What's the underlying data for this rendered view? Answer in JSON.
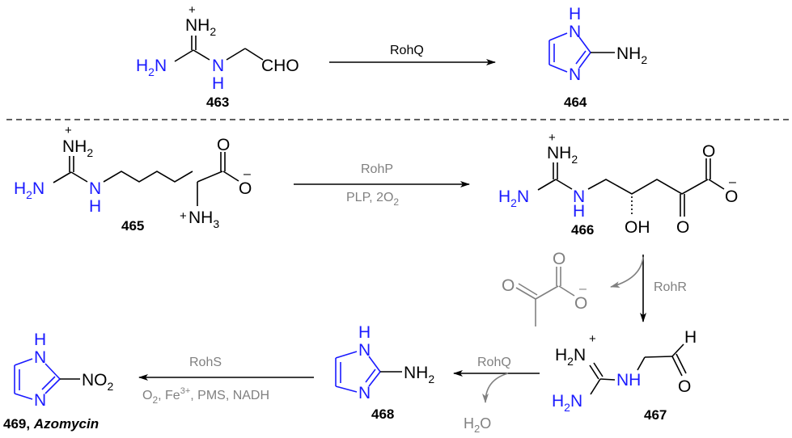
{
  "scheme": {
    "top_reaction": {
      "reactant": {
        "id": "463",
        "labels": {
          "nh2_plus": "NH",
          "h2n": "H N",
          "nh_n": "N",
          "nh_h": "H",
          "cho": "CHO",
          "sub2": "2",
          "plus": "+"
        }
      },
      "enzyme": "RohQ",
      "product": {
        "id": "464",
        "labels": {
          "nh_h": "H",
          "n1": "N",
          "n3": "N",
          "nh2": "NH",
          "sub2": "2"
        }
      }
    },
    "bottom_pathway": {
      "step1": {
        "reactant": {
          "id": "465",
          "labels": {
            "nh2_plus": "NH",
            "h2n": "H N",
            "nh_n": "N",
            "nh_h": "H",
            "o_top": "O",
            "o_minus": "O",
            "nh3": "NH",
            "sub3": "3",
            "sub2": "2",
            "plus": "+",
            "minus": "–"
          }
        },
        "enzyme": "RohP",
        "conditions": "PLP, 2O",
        "conditions_sub": "2",
        "product": {
          "id": "466",
          "labels": {
            "nh2_plus": "NH",
            "h2n": "H N",
            "nh_n": "N",
            "nh_h": "H",
            "oh": "OH",
            "o_keto": "O",
            "o_top": "O",
            "o_minus": "O",
            "sub2": "2",
            "plus": "+",
            "minus": "–"
          }
        }
      },
      "step2": {
        "enzyme": "RohR",
        "byproduct": {
          "name": "pyruvate",
          "labels": {
            "o1": "O",
            "o2": "O",
            "o_minus": "O",
            "minus": "–"
          }
        },
        "product": {
          "id": "467",
          "labels": {
            "h2n_plus": "H N",
            "nh": "NH",
            "h2n": "H N",
            "h": "H",
            "o": "O",
            "sub2": "2",
            "plus": "+"
          }
        }
      },
      "step3": {
        "enzyme": "RohQ",
        "byproduct": "H O",
        "byproduct_sub": "2",
        "product": {
          "id": "468",
          "labels": {
            "nh_h": "H",
            "n1": "N",
            "n3": "N",
            "nh2": "NH",
            "sub2": "2"
          }
        }
      },
      "step4": {
        "enzyme": "RohS",
        "conditions": [
          "O",
          "2",
          ", Fe",
          "3+",
          ", PMS, NADH"
        ],
        "product": {
          "id": "469",
          "name": "Azomycin",
          "labels": {
            "nh_h": "H",
            "n1": "N",
            "n3": "N",
            "no2": "NO",
            "sub2": "2"
          }
        }
      }
    },
    "colors": {
      "nitrogen_highlight": "#1a1aff",
      "conditions_gray": "#808080",
      "bond_black": "#000000"
    }
  }
}
